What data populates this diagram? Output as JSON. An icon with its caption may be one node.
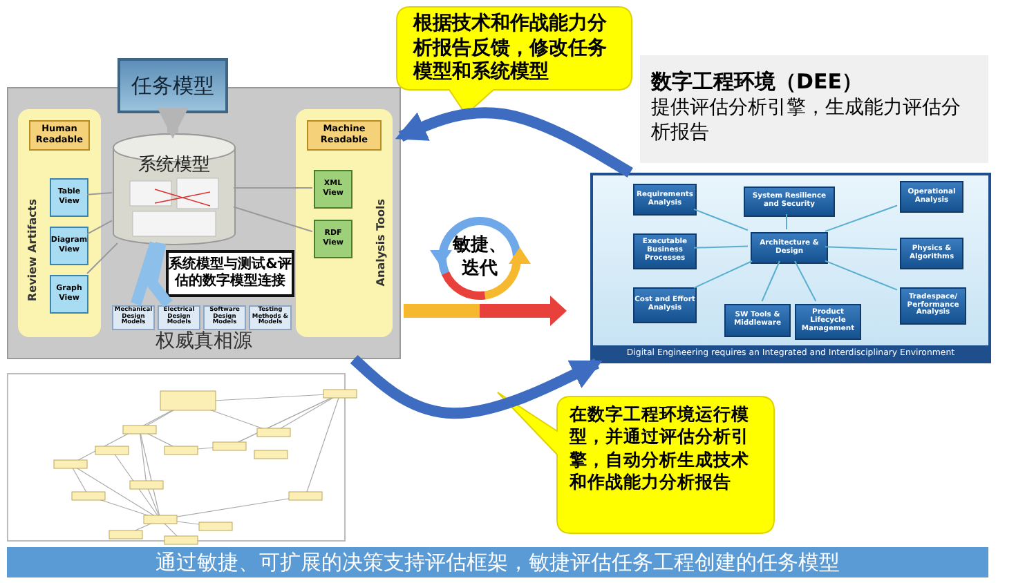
{
  "diagram": {
    "nodes": [
      {
        "text": [
          "任务模型"
        ]
      },
      {
        "text": [
          "权威真相源"
        ]
      },
      {
        "text": [
          "Human Readable",
          "Review Artifacts"
        ],
        "in": 1
      },
      {
        "text": [
          "Table View"
        ],
        "in": 2
      },
      {
        "text": [
          "Diagram View"
        ],
        "in": 2
      },
      {
        "text": [
          "Graph View"
        ],
        "in": 2
      },
      {
        "text": [
          "系统模型"
        ],
        "in": 1
      },
      {
        "text": [
          "Machine Readable",
          "Analysis Tools"
        ],
        "in": 1
      },
      {
        "text": [
          "XML View"
        ],
        "in": 7
      },
      {
        "text": [
          "RDF View"
        ],
        "in": 7
      },
      {
        "text": [
          "Mechanical Design Models"
        ],
        "in": 1
      },
      {
        "text": [
          "Electrical Design Models"
        ],
        "in": 1
      },
      {
        "text": [
          "Software Design Models"
        ],
        "in": 1
      },
      {
        "text": [
          "Testing Methods & Models"
        ],
        "in": 1
      },
      {
        "text": [
          "系统模型与测试&评估的数字模型连接"
        ],
        "in": 1
      },
      {
        "text": [
          "根据技术和作战能力分析报告反馈，修改任务模型和系统模型"
        ]
      },
      {
        "text": [
          "数字工程环境（DEE）",
          "提供评估分析引擎，生成能力评估分析报告"
        ]
      },
      {
        "text": [
          "Digital Engineering requires an Integrated and Interdisciplinary Environment"
        ]
      },
      {
        "text": [
          "Requirements Analysis"
        ],
        "in": 17
      },
      {
        "text": [
          "System Resilience and Security"
        ],
        "in": 17
      },
      {
        "text": [
          "Operational Analysis"
        ],
        "in": 17
      },
      {
        "text": [
          "Executable Business Processes"
        ],
        "in": 17
      },
      {
        "text": [
          "Architecture & Design"
        ],
        "in": 17
      },
      {
        "text": [
          "Physics & Algorithms"
        ],
        "in": 17
      },
      {
        "text": [
          "Cost and Effort Analysis"
        ],
        "in": 17
      },
      {
        "text": [
          "SW Tools & Middleware"
        ],
        "in": 17
      },
      {
        "text": [
          "Product Lifecycle Management"
        ],
        "in": 17
      },
      {
        "text": [
          "Tradespace/ Performance Analysis"
        ],
        "in": 17
      },
      {
        "text": [
          "敏捷、迭代"
        ]
      },
      {
        "text": [],
        "shape": "picture"
      },
      {
        "text": [
          "在数字工程环境运行模型，并通过评估分析引擎，自动分析生成技术和作战能力分析报告"
        ]
      },
      {
        "text": [
          "通过敏捷、可扩展的决策支持评估框架，敏捷评估任务工程创建的任务模型"
        ]
      }
    ],
    "edges": [
      {
        "from": 0,
        "to": 6,
        "arrow": "to",
        "style": "thick",
        "color": "#b5b5b5"
      },
      {
        "from": 3,
        "to": 6,
        "arrow": "none",
        "color": "#9a9a9a"
      },
      {
        "from": 4,
        "to": 6,
        "arrow": "none",
        "color": "#9a9a9a"
      },
      {
        "from": 5,
        "to": 6,
        "arrow": "none",
        "color": "#9a9a9a"
      },
      {
        "from": 8,
        "to": 6,
        "arrow": "none",
        "color": "#9a9a9a"
      },
      {
        "from": 9,
        "to": 6,
        "arrow": "none",
        "color": "#9a9a9a"
      },
      {
        "from": 10,
        "to": 6,
        "arrow": "none",
        "style": "thick",
        "color": "#8cc0ea"
      },
      {
        "from": 11,
        "to": 6,
        "arrow": "none",
        "style": "thick",
        "color": "#8cc0ea"
      },
      {
        "from": 17,
        "to": 1,
        "arrow": "to",
        "style": "thick",
        "color": "#3d6cc0"
      },
      {
        "from": 1,
        "to": 17,
        "arrow": "to",
        "style": "thick",
        "color": "#3d6cc0"
      },
      {
        "from": 22,
        "to": 18,
        "arrow": "none"
      },
      {
        "from": 22,
        "to": 19,
        "arrow": "none"
      },
      {
        "from": 22,
        "to": 20,
        "arrow": "none"
      },
      {
        "from": 22,
        "to": 21,
        "arrow": "none"
      },
      {
        "from": 22,
        "to": 23,
        "arrow": "none"
      },
      {
        "from": 22,
        "to": 24,
        "arrow": "none"
      },
      {
        "from": 22,
        "to": 25,
        "arrow": "none"
      },
      {
        "from": 22,
        "to": 26,
        "arrow": "none"
      },
      {
        "from": 22,
        "to": 27,
        "arrow": "none"
      }
    ]
  }
}
